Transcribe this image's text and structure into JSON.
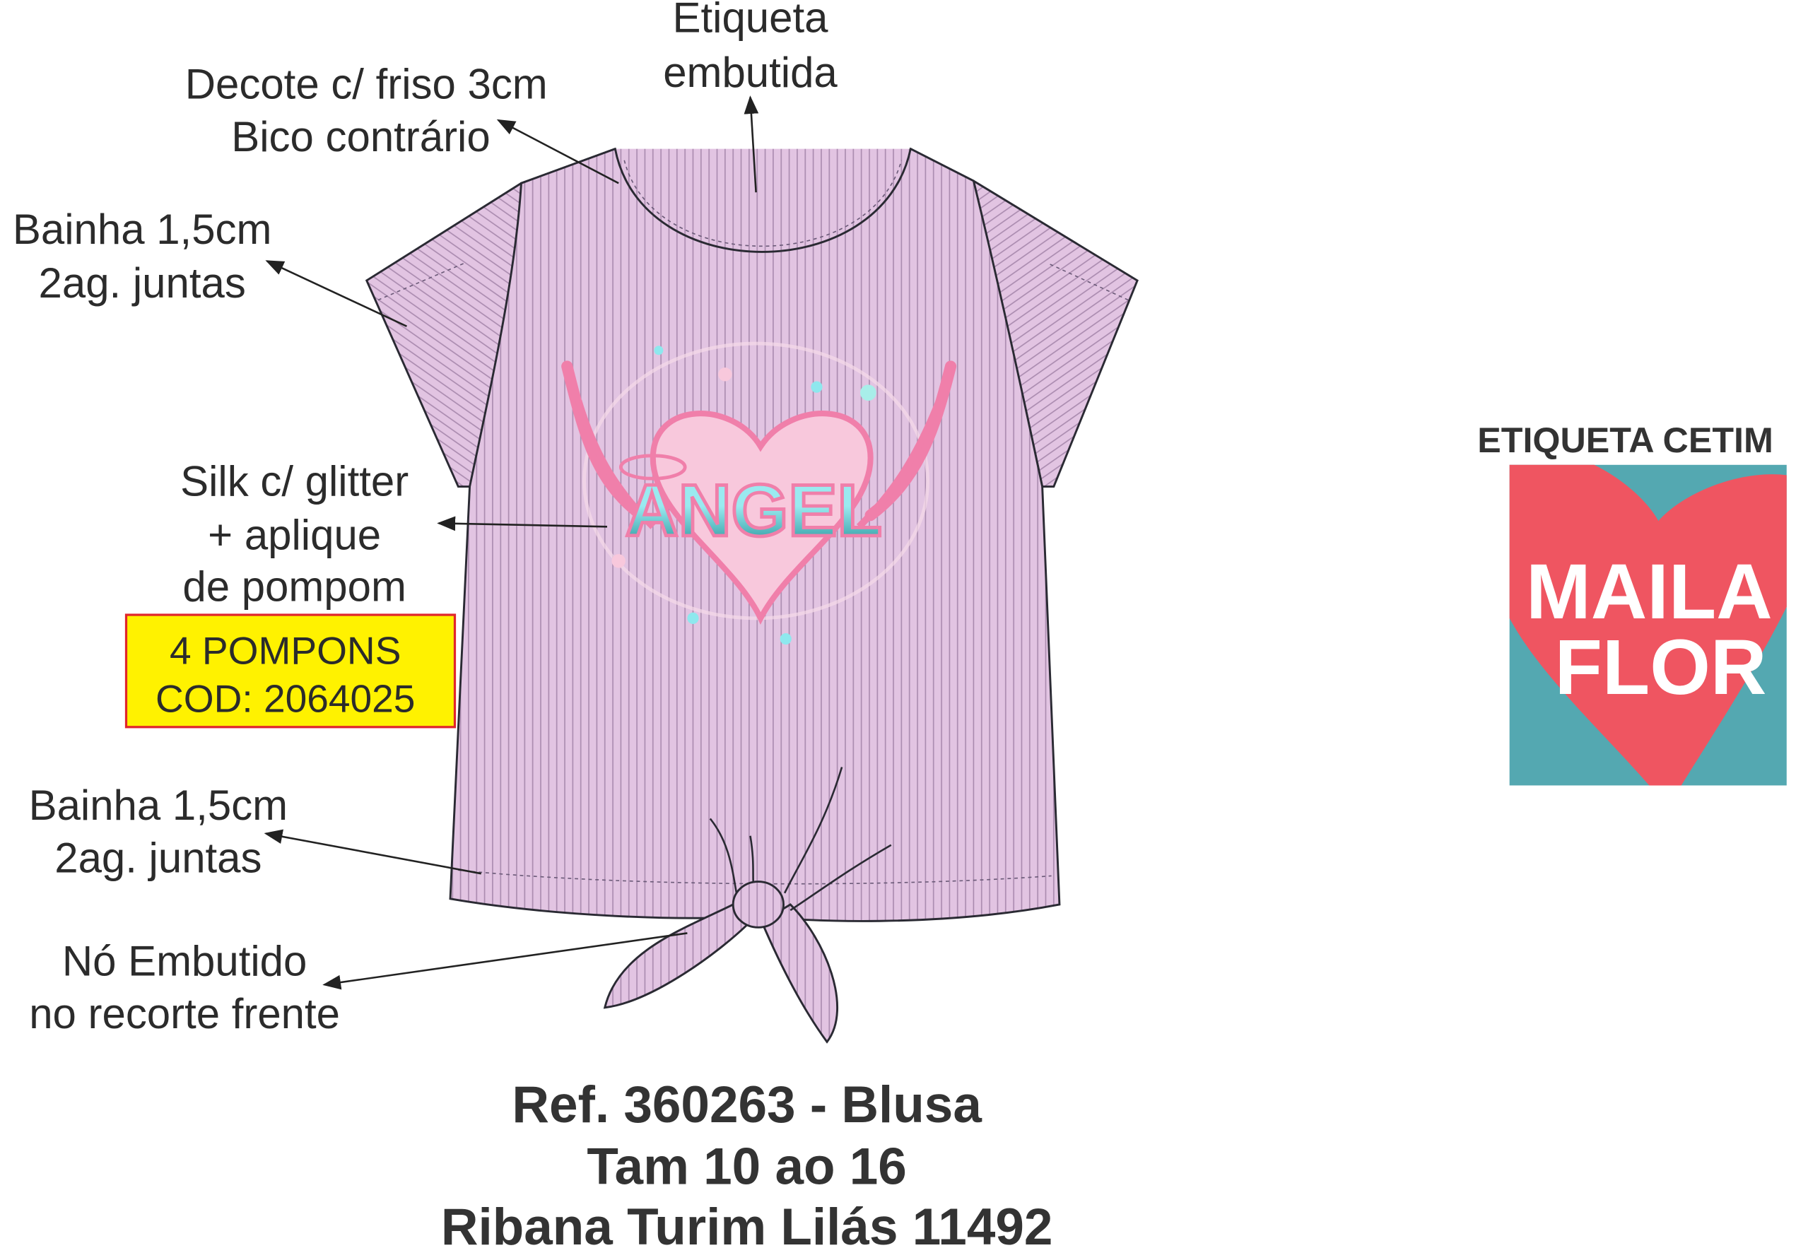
{
  "annotations": {
    "label_tag": [
      "Etiqueta",
      "embutida"
    ],
    "neckline": [
      "Decote c/ friso 3cm",
      "Bico contrário"
    ],
    "sleeve_hem": [
      "Bainha 1,5cm",
      "2ag. juntas"
    ],
    "print": [
      "Silk c/ glitter",
      "+ aplique",
      "de pompom"
    ],
    "pompom_box": [
      "4 POMPONS",
      "COD: 2064025"
    ],
    "bottom_hem": [
      "Bainha 1,5cm",
      "2ag. juntas"
    ],
    "knot": [
      "Nó Embutido",
      "no recorte frente"
    ]
  },
  "print_text": "ANGEL",
  "title": [
    "Ref. 360263 - Blusa",
    "Tam 10 ao 16",
    "Ribana Turim Lilás 11492"
  ],
  "satin_label": {
    "heading": "ETIQUETA CETIM",
    "brand": [
      "MAILA",
      "FLOR"
    ]
  },
  "colors": {
    "garment": "#e2c4e2",
    "rib": "#a98aae",
    "print_pink": "#f07faa",
    "print_heart": "#f8c8dc",
    "print_cyan": "#8ee8ee",
    "box_yellow": "#fff200",
    "box_border": "#e0262c",
    "logo_red": "#ef5561",
    "logo_teal": "#54a8b1"
  }
}
